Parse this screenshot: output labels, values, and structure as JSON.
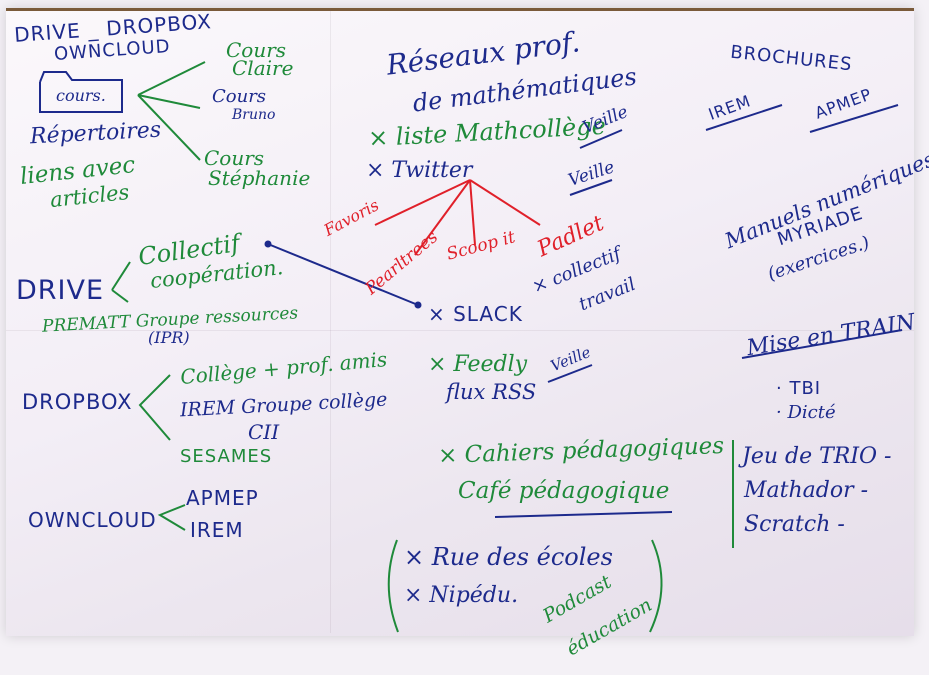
{
  "drive_section": {
    "header_line1": "DRIVE _ DROPBOX",
    "header_line2": "OWNCLOUD",
    "folder_label": "cours.",
    "repertoires": "Répertoires",
    "liens_line1": "liens avec",
    "liens_line2": "articles",
    "cours_claire_1": "Cours",
    "cours_claire_2": "Claire",
    "cours_bruno_1": "Cours",
    "cours_bruno_2": "Bruno",
    "cours_steph_1": "Cours",
    "cours_steph_2": "Stéphanie"
  },
  "drive_block": {
    "drive": "DRIVE",
    "collectif": "Collectif",
    "cooperation": "coopération.",
    "prematt": "PREMATT Groupe ressources",
    "ipr": "(IPR)"
  },
  "dropbox_block": {
    "dropbox": "DROPBOX",
    "college": "Collège + prof. amis",
    "irem_groupe": "IREM Groupe collège",
    "cii": "CII",
    "sesames": "SESAMES"
  },
  "owncloud_block": {
    "owncloud": "OWNCLOUD",
    "apmep": "APMEP",
    "irem": "IREM"
  },
  "reseaux": {
    "title1": "Réseaux prof.",
    "title2": "de mathématiques",
    "liste": "× liste Mathcollège",
    "veille1": "Veille",
    "twitter": "× Twitter",
    "veille2": "Veille",
    "favoris": "Favoris",
    "pearltrees": "Pearltrees",
    "scoopit": "Scoop it",
    "padlet": "Padlet",
    "slack": "× SLACK",
    "collectif_travail_1": "× collectif",
    "collectif_travail_2": "travail",
    "feedly": "× Feedly",
    "flux": "flux RSS",
    "veille3": "Veille",
    "cahiers": "× Cahiers pédagogiques",
    "cafe": "Café pédagogique",
    "rue": "× Rue des écoles",
    "nipedu": "× Nipédu.",
    "podcast": "Podcast",
    "education": "éducation"
  },
  "brochures": {
    "title": "BROCHURES",
    "irem": "IREM",
    "apmep": "APMEP",
    "manuels1": "Manuels numériques",
    "manuels2": "MYRIADE",
    "manuels3": "(exercices.)",
    "mise": "Mise en TRAIN",
    "tbi": "· TBI",
    "dicte": "· Dicté",
    "jeu": "Jeu de TRIO -",
    "mathador": "Mathador -",
    "scratch": "Scratch -"
  },
  "colors": {
    "blue_ink": "#1d2a8c",
    "green_ink": "#1f8a3a",
    "red_ink": "#e0202a"
  }
}
